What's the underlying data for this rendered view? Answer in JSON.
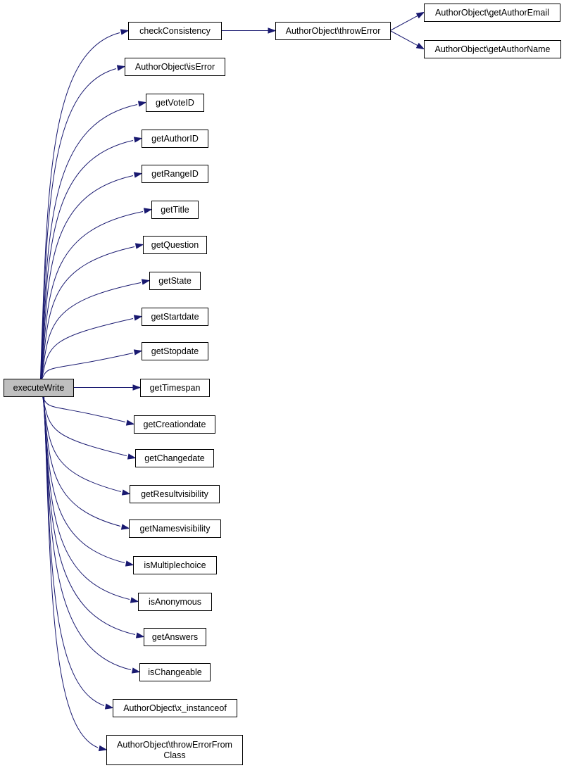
{
  "graph": {
    "edge_color": "#191970",
    "root_fill": "#bfbfbf",
    "node_fill": "#ffffff",
    "root": {
      "id": "root",
      "label": "executeWrite"
    },
    "nodes": [
      {
        "id": "checkConsistency",
        "label": "checkConsistency"
      },
      {
        "id": "throwError",
        "label": "AuthorObject\\throwError"
      },
      {
        "id": "getAuthorEmail",
        "label": "AuthorObject\\getAuthorEmail"
      },
      {
        "id": "getAuthorName",
        "label": "AuthorObject\\getAuthorName"
      },
      {
        "id": "isError",
        "label": "AuthorObject\\isError"
      },
      {
        "id": "getVoteID",
        "label": "getVoteID"
      },
      {
        "id": "getAuthorID",
        "label": "getAuthorID"
      },
      {
        "id": "getRangeID",
        "label": "getRangeID"
      },
      {
        "id": "getTitle",
        "label": "getTitle"
      },
      {
        "id": "getQuestion",
        "label": "getQuestion"
      },
      {
        "id": "getState",
        "label": "getState"
      },
      {
        "id": "getStartdate",
        "label": "getStartdate"
      },
      {
        "id": "getStopdate",
        "label": "getStopdate"
      },
      {
        "id": "getTimespan",
        "label": "getTimespan"
      },
      {
        "id": "getCreationdate",
        "label": "getCreationdate"
      },
      {
        "id": "getChangedate",
        "label": "getChangedate"
      },
      {
        "id": "getResultvisibility",
        "label": "getResultvisibility"
      },
      {
        "id": "getNamesvisibility",
        "label": "getNamesvisibility"
      },
      {
        "id": "isMultiplechoice",
        "label": "isMultiplechoice"
      },
      {
        "id": "isAnonymous",
        "label": "isAnonymous"
      },
      {
        "id": "getAnswers",
        "label": "getAnswers"
      },
      {
        "id": "isChangeable",
        "label": "isChangeable"
      },
      {
        "id": "x_instanceof",
        "label": "AuthorObject\\x_instanceof"
      },
      {
        "id": "throwErrorFromClass",
        "label": "AuthorObject\\throwErrorFrom Class",
        "lines": [
          "AuthorObject\\throwErrorFrom",
          "Class"
        ]
      }
    ],
    "edges": [
      {
        "from": "root",
        "to": "checkConsistency"
      },
      {
        "from": "checkConsistency",
        "to": "throwError"
      },
      {
        "from": "throwError",
        "to": "getAuthorEmail"
      },
      {
        "from": "throwError",
        "to": "getAuthorName"
      },
      {
        "from": "root",
        "to": "isError"
      },
      {
        "from": "root",
        "to": "getVoteID"
      },
      {
        "from": "root",
        "to": "getAuthorID"
      },
      {
        "from": "root",
        "to": "getRangeID"
      },
      {
        "from": "root",
        "to": "getTitle"
      },
      {
        "from": "root",
        "to": "getQuestion"
      },
      {
        "from": "root",
        "to": "getState"
      },
      {
        "from": "root",
        "to": "getStartdate"
      },
      {
        "from": "root",
        "to": "getStopdate"
      },
      {
        "from": "root",
        "to": "getTimespan"
      },
      {
        "from": "root",
        "to": "getCreationdate"
      },
      {
        "from": "root",
        "to": "getChangedate"
      },
      {
        "from": "root",
        "to": "getResultvisibility"
      },
      {
        "from": "root",
        "to": "getNamesvisibility"
      },
      {
        "from": "root",
        "to": "isMultiplechoice"
      },
      {
        "from": "root",
        "to": "isAnonymous"
      },
      {
        "from": "root",
        "to": "getAnswers"
      },
      {
        "from": "root",
        "to": "isChangeable"
      },
      {
        "from": "root",
        "to": "x_instanceof"
      },
      {
        "from": "root",
        "to": "throwErrorFromClass"
      }
    ]
  }
}
